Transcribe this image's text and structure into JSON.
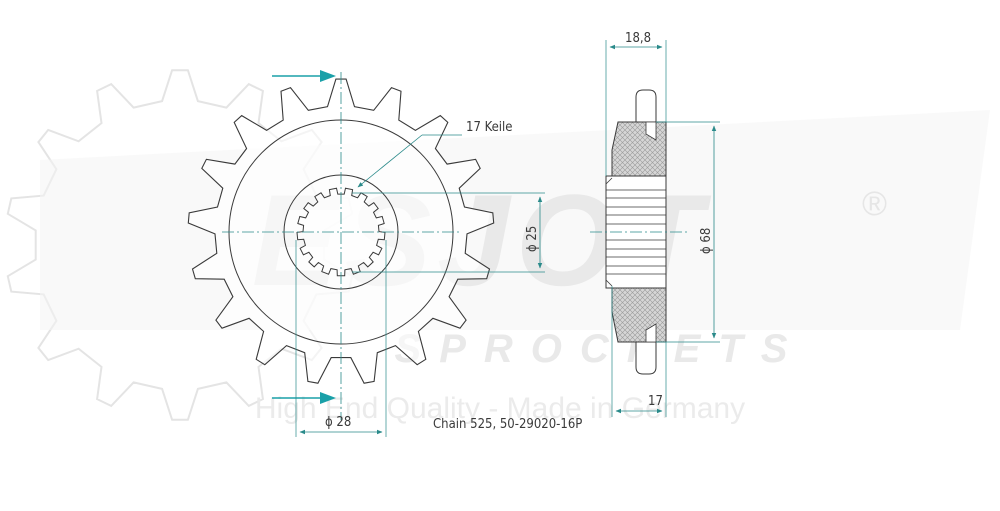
{
  "watermark": {
    "brand": "ESJOT",
    "registered": "®",
    "subline": "SPROCKETS",
    "tagline": "High End Quality - Made in Germany"
  },
  "labels": {
    "splines": "17 Keile",
    "inner_diameter": "ϕ 25",
    "hub_diameter": "ϕ 28",
    "outer_diameter": "ϕ 68",
    "width_top": "18,8",
    "width_bottom": "17",
    "part": "Chain 525, 50-29020-16P"
  },
  "colors": {
    "line": "#3a3a3a",
    "dimension": "#2a8a8a",
    "arrow": "#1aa0a8",
    "hatch": "#b0b0b0",
    "watermark": "#e8e8e8"
  }
}
